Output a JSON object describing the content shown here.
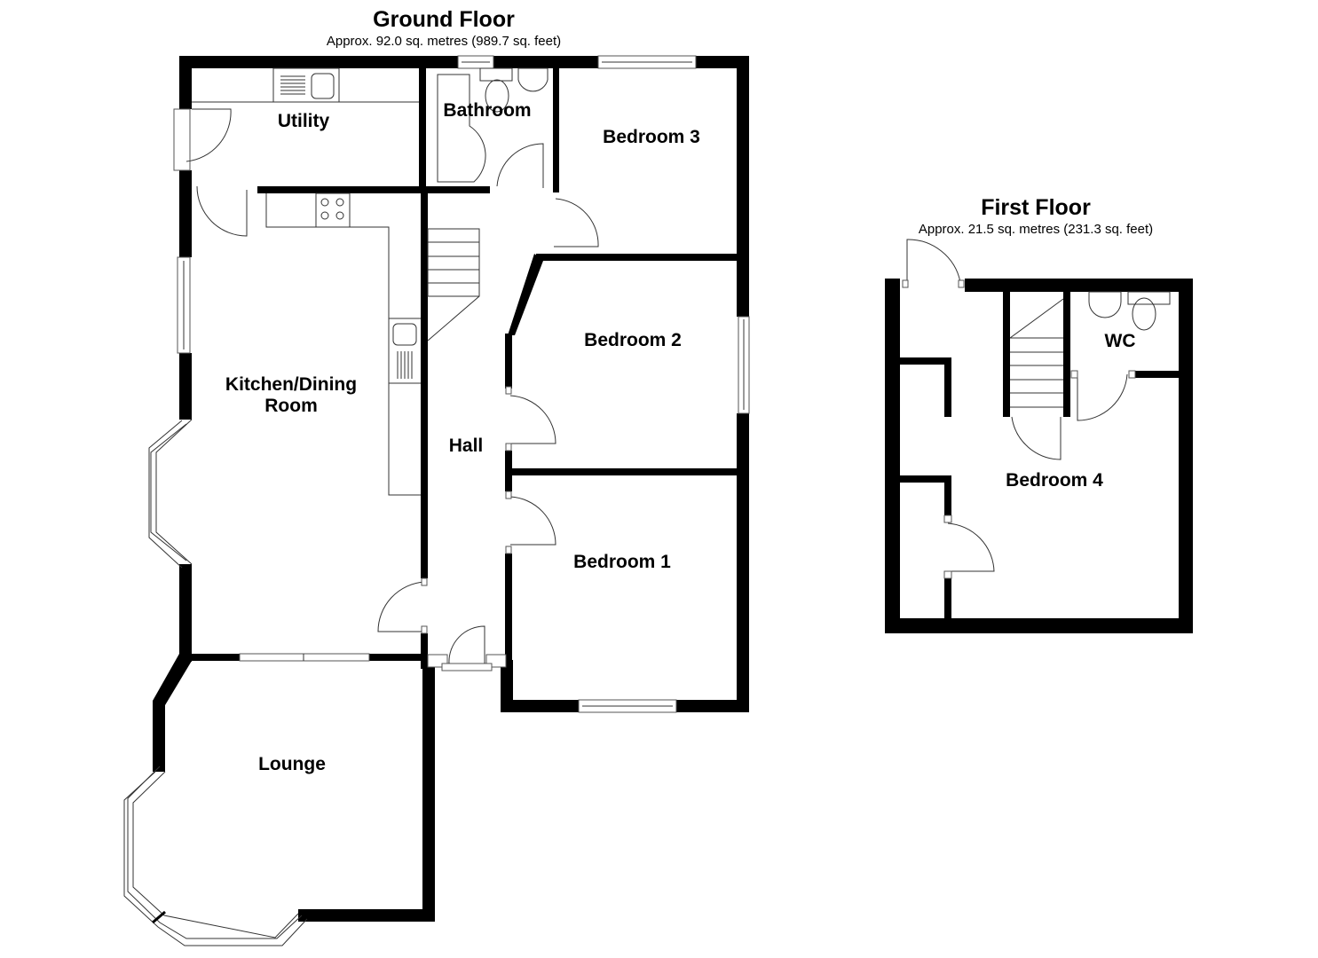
{
  "ground_floor": {
    "title": "Ground Floor",
    "area": "Approx. 92.0 sq. metres (989.7 sq. feet)",
    "rooms": {
      "utility": "Utility",
      "bathroom": "Bathroom",
      "bedroom3": "Bedroom 3",
      "bedroom2": "Bedroom 2",
      "kitchen_line1": "Kitchen/Dining",
      "kitchen_line2": "Room",
      "hall": "Hall",
      "bedroom1": "Bedroom 1",
      "lounge": "Lounge"
    }
  },
  "first_floor": {
    "title": "First Floor",
    "area": "Approx. 21.5 sq. metres (231.3 sq. feet)",
    "rooms": {
      "wc": "WC",
      "bedroom4": "Bedroom 4"
    }
  },
  "colors": {
    "wall": "#000000",
    "background": "#ffffff",
    "fixture_line": "#555555"
  }
}
